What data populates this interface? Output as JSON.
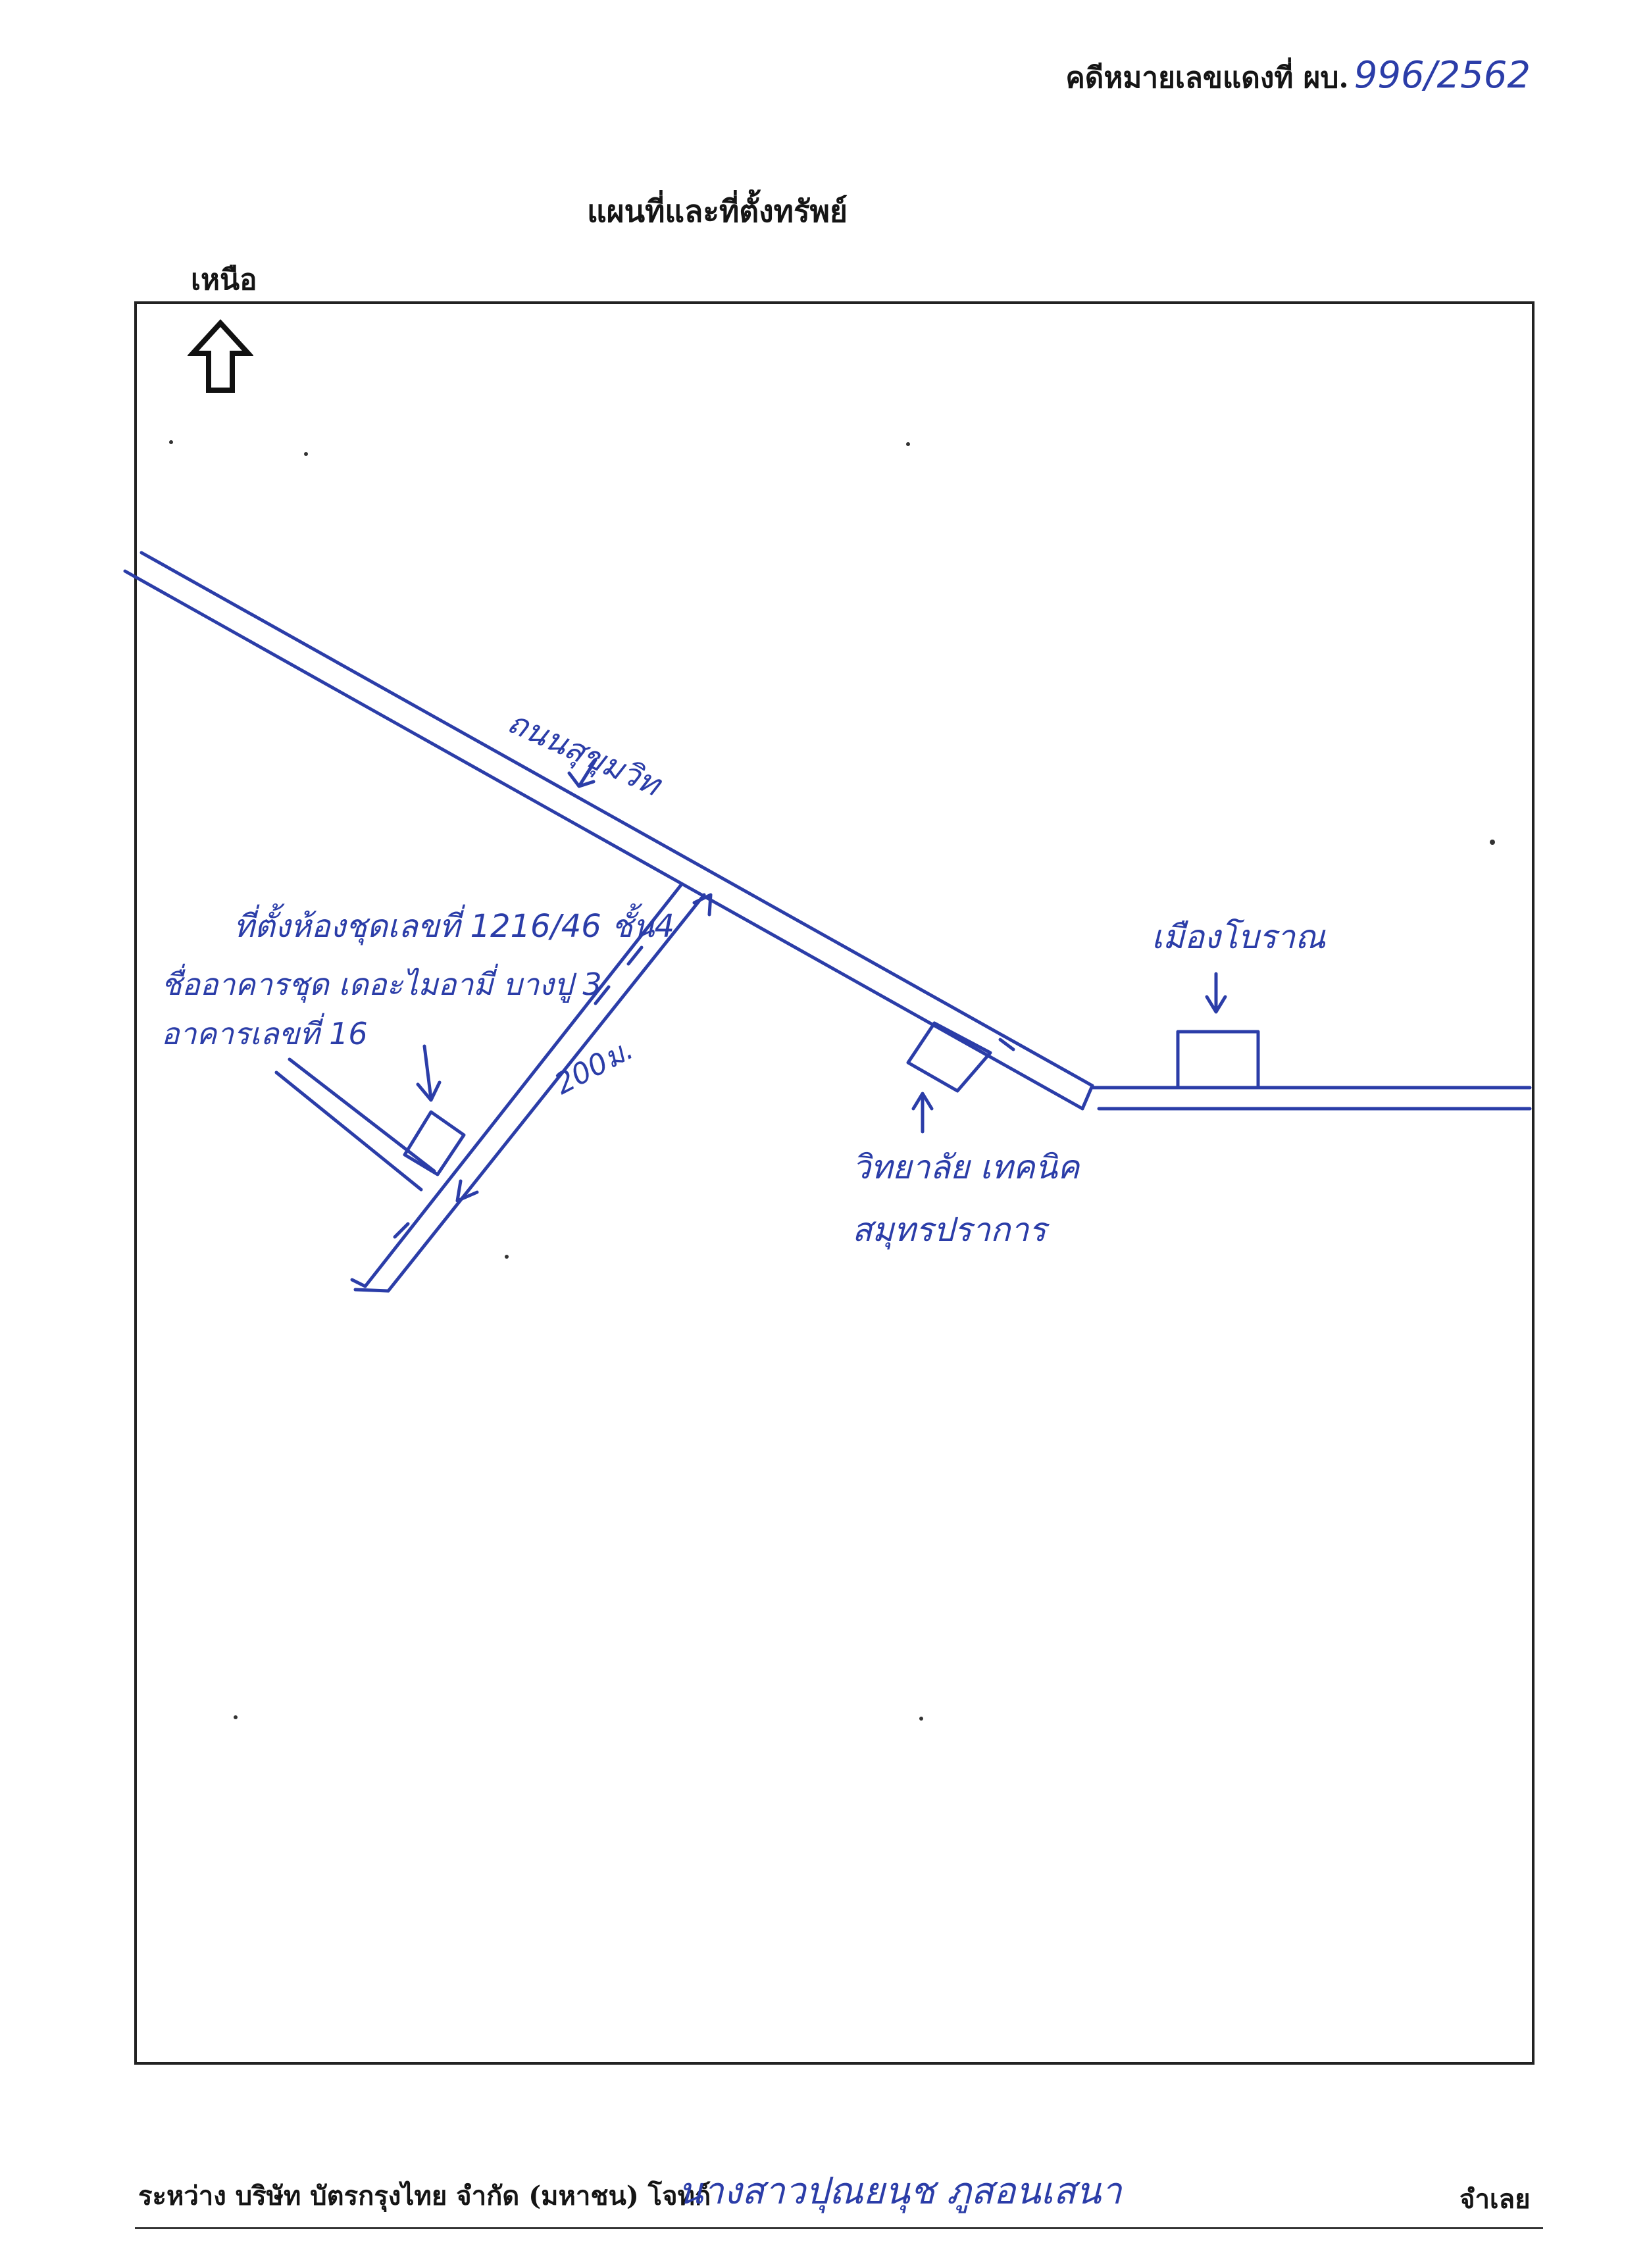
{
  "header": {
    "case_label": "คดีหมายเลขแดงที่ ผบ.",
    "case_number": "996/2562"
  },
  "title": "แผนที่และที่ตั้งทรัพย์",
  "north": {
    "label": "เหนือ",
    "icon": "north-arrow-icon"
  },
  "map": {
    "road_label": "ถนนสุขุมวิท",
    "condo_label_line1": "ที่ตั้งห้องชุดเลขที่ 1216/46 ชั้น4",
    "condo_label_line2": "ชื่ออาคารชุด เดอะไมอามี่ บางปู 3",
    "condo_label_line3": "อาคารเลขที่ 16",
    "distance_label": "200ม.",
    "college_label_line1": "วิทยาลัย เทคนิค",
    "college_label_line2": "สมุทรปราการ",
    "ancient_city_label": "เมืองโบราณ"
  },
  "footer": {
    "between_text": "ระหว่าง บริษัท บัตรกรุงไทย จำกัด (มหาชน) โจทก์",
    "defendant_name": "นางสาวปุณยนุช ภูสอนเสนา",
    "defendant_label": "จำเลย"
  },
  "colors": {
    "ink_blue": "#2b3da8",
    "print_black": "#151515"
  }
}
